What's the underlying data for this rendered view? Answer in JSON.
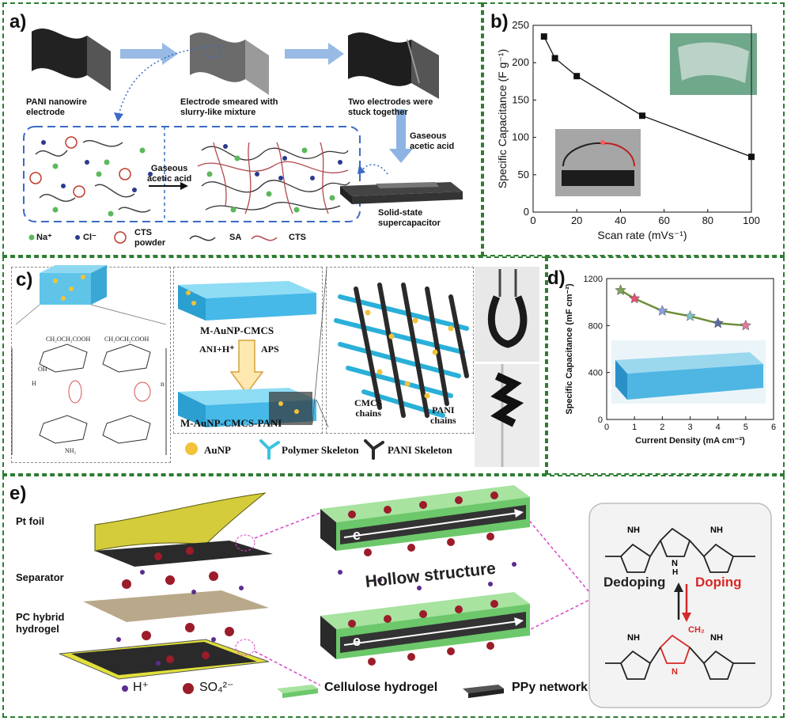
{
  "panel_a": {
    "letter": "a)",
    "step1": "PANI nanowire\nelectrode",
    "step2": "Electrode smeared with\nslurry-like mixture",
    "step3": "Two electrodes were\nstuck together",
    "gas_label": "Gaseous\nacetic acid",
    "gas_label_right": "Gaseous\nacetic acid",
    "product": "Solid-state\nsupercapacitor",
    "legend": {
      "na": "Na⁺",
      "cl": "Cl⁻",
      "cts_powder": "CTS\npowder",
      "sa": "SA",
      "cts": "CTS"
    }
  },
  "panel_b": {
    "letter": "b)"
  },
  "chart_data": [
    {
      "type": "line",
      "panel": "b",
      "xlabel": "Scan rate (mVs⁻¹)",
      "ylabel": "Specific Capacitance (F g⁻¹)",
      "x": [
        5,
        10,
        20,
        50,
        100
      ],
      "y": [
        235,
        206,
        182,
        129,
        74
      ],
      "xlim": [
        0,
        100
      ],
      "ylim": [
        0,
        250
      ],
      "xticks": [
        "0",
        "20",
        "40",
        "60",
        "80",
        "100"
      ],
      "yticks": [
        "0",
        "50",
        "100",
        "150",
        "200",
        "250"
      ],
      "grid": false,
      "marker": "square",
      "color": "#111111"
    },
    {
      "type": "line",
      "panel": "d",
      "xlabel": "Current Density (mA cm⁻²)",
      "ylabel": "Specific Capacitance (mF cm⁻²)",
      "x": [
        0.5,
        1,
        2,
        3,
        4,
        5
      ],
      "y": [
        1100,
        1030,
        925,
        880,
        820,
        800
      ],
      "xlim": [
        0,
        6
      ],
      "ylim": [
        0,
        1200
      ],
      "xticks": [
        "0",
        "1",
        "2",
        "3",
        "4",
        "5",
        "6"
      ],
      "yticks": [
        "0",
        "400",
        "800",
        "1200"
      ],
      "grid": false,
      "marker": "star",
      "line_color": "#6f8f3a",
      "marker_colors": [
        "#7ea35a",
        "#e0537a",
        "#8ba0e0",
        "#7ec4c4",
        "#5a6aa0",
        "#e07aa0"
      ]
    }
  ],
  "panel_c": {
    "letter": "c)",
    "top_label": "M-AuNP-CMCS",
    "arrow_left": "ANI+H⁺",
    "arrow_right": "APS",
    "bottom_label": "M-AuNP-CMCS-PANI",
    "cmcs_chains": "CMCS\nchains",
    "pani_chains": "PANI\nchains",
    "legend": {
      "aunp": "AuNP",
      "polymer": "Polymer Skeleton",
      "pani": "PANI Skeleton"
    },
    "chem": {
      "group1": "CH₂OCH₂COOH",
      "group2": "CH₂OCH₂COOH",
      "oh": "OH",
      "h": "H",
      "n": "n",
      "nh2": "NH₂"
    }
  },
  "panel_d": {
    "letter": "d)"
  },
  "panel_e": {
    "letter": "e)",
    "pt_foil": "Pt foil",
    "separator": "Separator",
    "pc_hybrid": "PC hybrid\nhydrogel",
    "hollow": "Hollow structure",
    "electron": "e",
    "dedoping": "Dedoping",
    "doping": "Doping",
    "legend": {
      "h": "H⁺",
      "so4": "SO₄²⁻",
      "cellulose": "Cellulose hydrogel",
      "ppy": "PPy network"
    },
    "chem": {
      "nh": "NH",
      "n": "N",
      "ch2": "CH₂",
      "h": "H"
    }
  },
  "colors": {
    "frame": "#2e7d32",
    "arrow_blue": "#7fa8d8",
    "pink_dash": "#d946c8",
    "doping_red": "#d62828"
  }
}
